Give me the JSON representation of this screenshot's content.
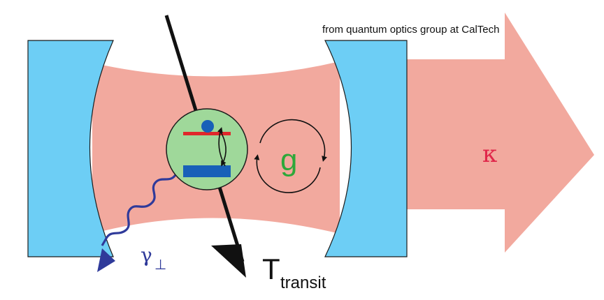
{
  "credit": "from quantum optics group at CalTech",
  "labels": {
    "coupling": "g",
    "cavity_decay": "κ",
    "atomic_decay_symbol": "γ",
    "atomic_decay_subscript": "⊥",
    "transit_main": "T",
    "transit_subscript": "transit"
  },
  "colors": {
    "mirror": "#6dcef5",
    "mode": "#f2a99e",
    "atom_circle": "#9fd89a",
    "excited_level": "#e0272b",
    "ground_level": "#1860b8",
    "electron": "#1860b8",
    "photon": "#2f3a9a",
    "coupling_text": "#2ea83a",
    "kappa_text": "#e0274a",
    "gamma_text": "#2f3a9a",
    "arrows": "#111111"
  }
}
